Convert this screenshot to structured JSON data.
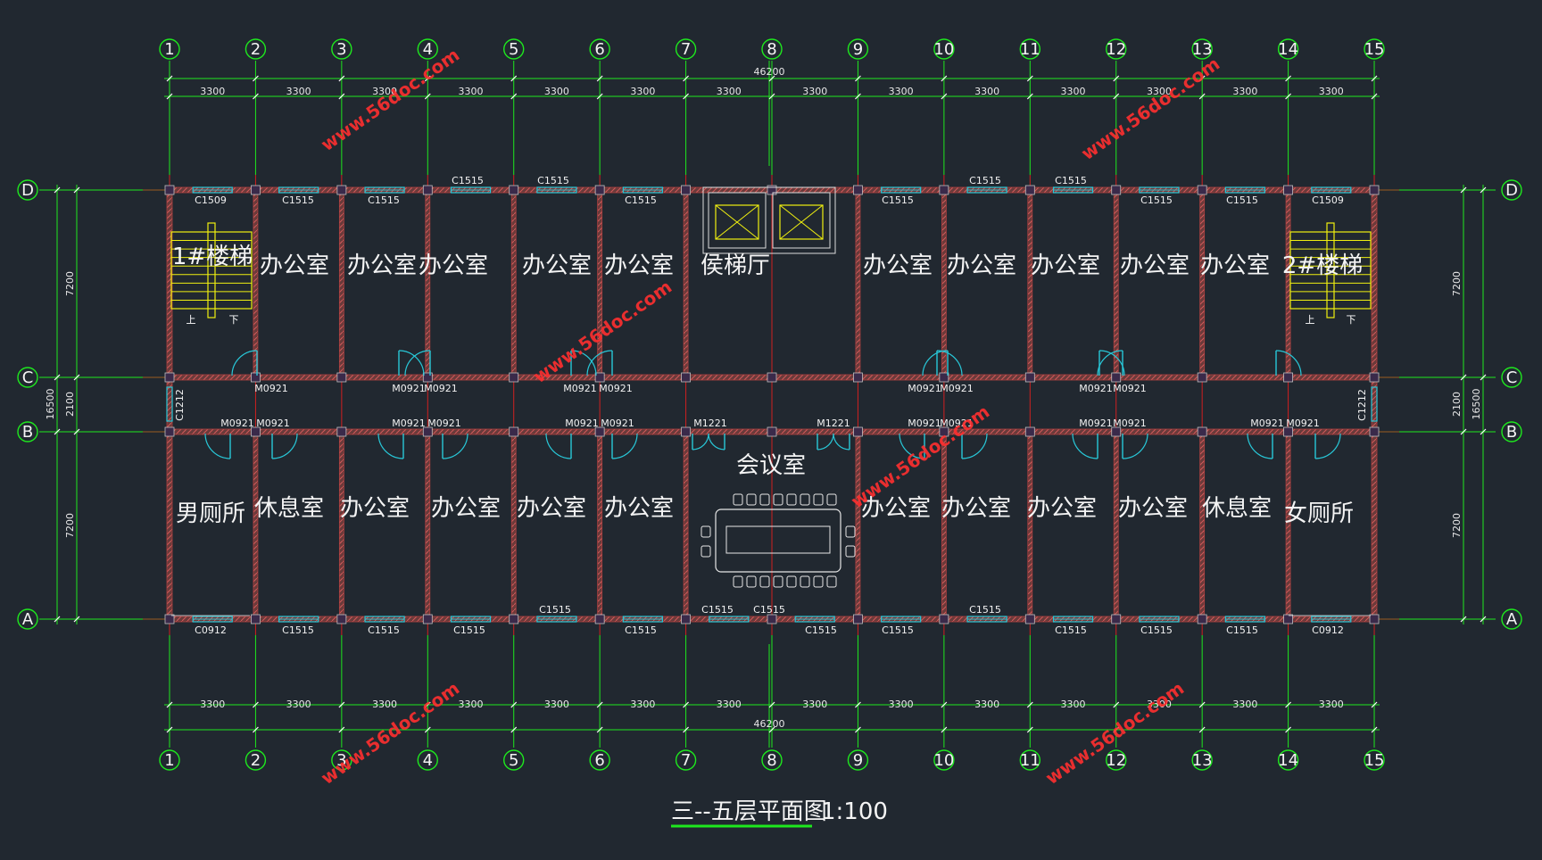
{
  "drawing": {
    "title": "三--五层平面图",
    "scale": "1:100"
  },
  "axes": {
    "columns": [
      "1",
      "2",
      "3",
      "4",
      "5",
      "6",
      "7",
      "8",
      "9",
      "10",
      "11",
      "12",
      "13",
      "14",
      "15"
    ],
    "rows": [
      "D",
      "C",
      "B",
      "A"
    ]
  },
  "dimensions": {
    "bay": "3300",
    "bay_count": 14,
    "total_width": "46200",
    "left_side": [
      "7200",
      "2100",
      "7200"
    ],
    "left_total": "16500",
    "right_side": [
      "7200",
      "2100",
      "7200"
    ],
    "right_total": "16500"
  },
  "rooms": {
    "north": [
      "1#楼梯",
      "办公室",
      "办公室",
      "办公室",
      "办公室",
      "办公室",
      "侯梯厅",
      "办公室",
      "办公室",
      "办公室",
      "办公室",
      "办公室",
      "2#楼梯"
    ],
    "south": [
      "男厕所",
      "休息室",
      "办公室",
      "办公室",
      "办公室",
      "办公室",
      "会议室",
      "办公室",
      "办公室",
      "办公室",
      "办公室",
      "休息室",
      "女厕所"
    ]
  },
  "window_labels": {
    "north_top": [
      "C1515",
      "C1515"
    ],
    "north_inner": [
      "C1509",
      "C1515",
      "C1515",
      "C1515",
      "C1515",
      "C1515",
      "C1515",
      "C1515",
      "C1509"
    ],
    "north_extra": [
      "C1515",
      "C1515"
    ],
    "south_bottom": [
      "C0912",
      "C1515",
      "C1515",
      "C1515",
      "C1515",
      "C1515",
      "C1515",
      "C1515",
      "C1515",
      "C1515",
      "C1515",
      "C0912"
    ],
    "south_top": [
      "C1515",
      "C1515",
      "C1515",
      "C1515"
    ],
    "side": [
      "C1212",
      "C1212"
    ]
  },
  "door_labels": {
    "corridor_north": [
      "M0921",
      "M0921",
      "M0921",
      "M0921",
      "M0921",
      "M0921",
      "M0921",
      "M0921",
      "M0921"
    ],
    "corridor_south": [
      "M0921",
      "M0921",
      "M0921",
      "M0921",
      "M0921",
      "M0921",
      "M1221",
      "M1221",
      "M0921",
      "M0921",
      "M0921",
      "M0921",
      "M0921",
      "M0921"
    ]
  },
  "stair_marks": [
    "上",
    "下",
    "上",
    "下"
  ],
  "watermarks": [
    "www.56doc.com",
    "www.56doc.com",
    "www.56doc.com",
    "www.56doc.com",
    "www.56doc.com",
    "www.56doc.com"
  ],
  "colors": {
    "background": "#212830",
    "axis_line": "#1ee81e",
    "wall": "#b04040",
    "window": "#28c8d8",
    "stair": "#f0f010",
    "text": "#f2f2f2",
    "watermark": "#ff2f2f"
  }
}
